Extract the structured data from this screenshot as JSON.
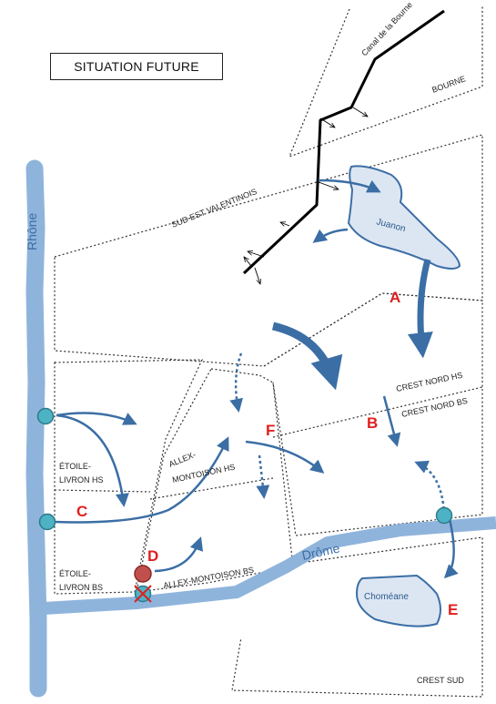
{
  "title": "SITUATION FUTURE",
  "rivers": {
    "rhone": "Rhône",
    "drome": "Drôme"
  },
  "canal": "Canal de la Bourne",
  "zones": {
    "bourne": "BOURNE",
    "sud_est_valentinois": "SUD EST VALENTINOIS",
    "crest_nord_hs": "CREST NORD HS",
    "crest_nord_bs": "CREST NORD BS",
    "etoile_livron_hs_1": "ÉTOILE-",
    "etoile_livron_hs_2": "LIVRON HS",
    "etoile_livron_bs_1": "ÉTOILE-",
    "etoile_livron_bs_2": "LIVRON BS",
    "allex_montoison_hs_1": "ALLEX-",
    "allex_montoison_hs_2": "MONTOISON HS",
    "allex_montoison_bs": "ALLEX-MONTOISON BS",
    "crest_sud": "CREST SUD"
  },
  "water_bodies": {
    "juanon": "Juanon",
    "chomeane": "Choméane"
  },
  "markers": {
    "a": "A",
    "b": "B",
    "c": "C",
    "d": "D",
    "e": "E",
    "f": "F"
  },
  "colors": {
    "river": "#8fb4dc",
    "arrow": "#3b6ea5",
    "lake_fill": "#dce6f3",
    "lake_stroke": "#3b6ea5",
    "node": "#4db3c4",
    "node_red": "#c0504d",
    "letter": "#e02020",
    "canal": "#000000",
    "boundary": "#333333"
  }
}
